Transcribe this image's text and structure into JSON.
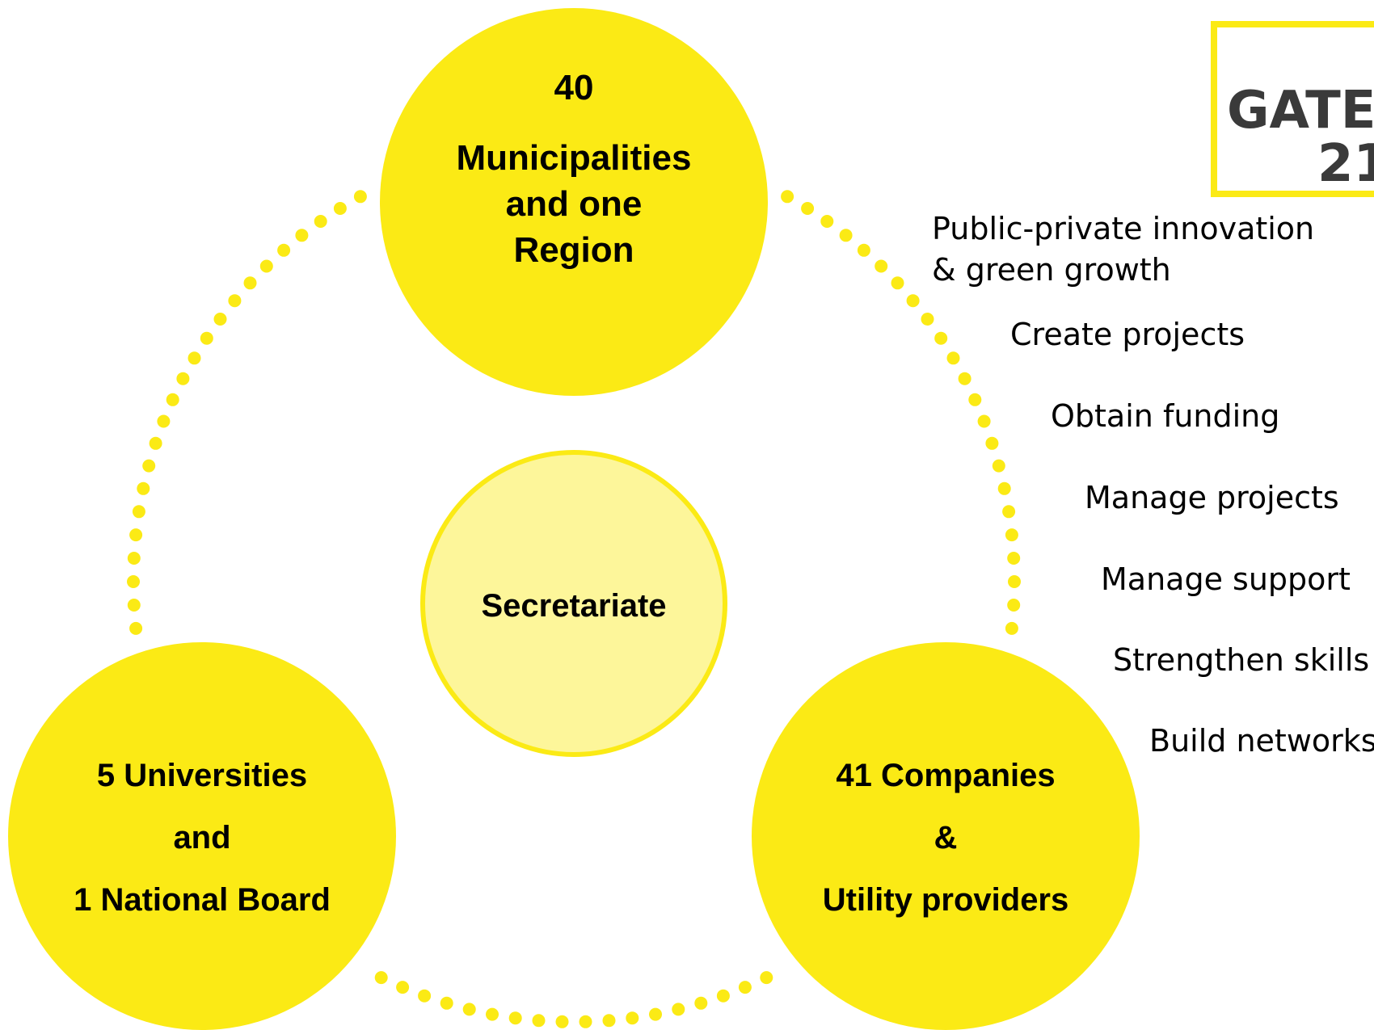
{
  "colors": {
    "accent": "#fbea15",
    "center_fill": "#fdf69a",
    "logo_text": "#3a3a3a"
  },
  "logo": {
    "line1": "GATE",
    "line2": "21"
  },
  "top_circle": {
    "number": "40",
    "lines": [
      "Municipalities",
      "and one",
      "Region"
    ]
  },
  "center_circle": {
    "label": "Secretariate"
  },
  "left_circle": {
    "lines": [
      "5 Universities",
      "and",
      "1 National Board"
    ]
  },
  "right_circle": {
    "lines": [
      "41 Companies",
      "&",
      "Utility providers"
    ]
  },
  "tagline": {
    "line1": "Public-private innovation",
    "line2": "& green growth"
  },
  "activities": [
    "Create projects",
    "Obtain funding",
    "Manage projects",
    "Manage support",
    "Strengthen skills",
    "Build networks"
  ]
}
